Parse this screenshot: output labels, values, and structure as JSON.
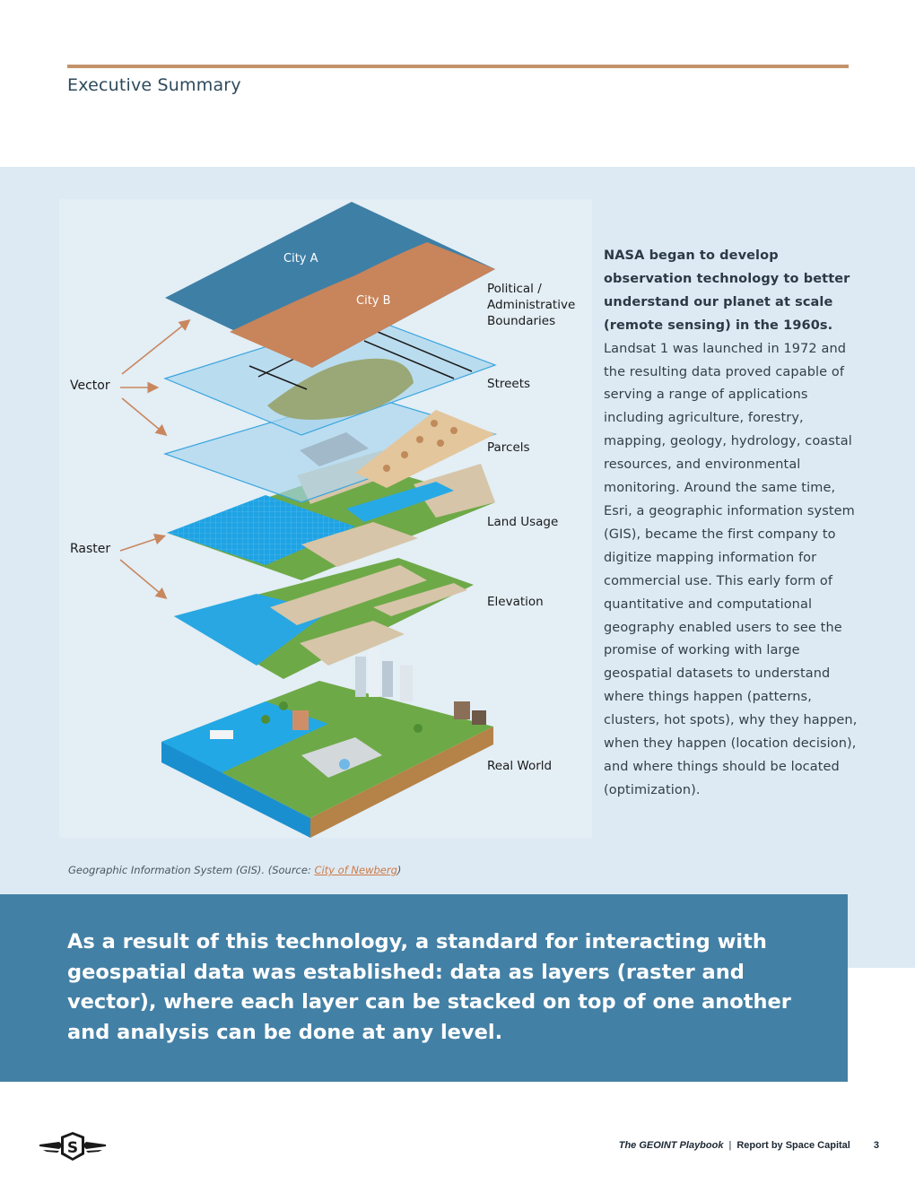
{
  "header": {
    "section_title": "Executive Summary"
  },
  "figure": {
    "layers": {
      "political": "Political /",
      "administrative": "Administrative",
      "boundaries": "Boundaries",
      "streets": "Streets",
      "parcels": "Parcels",
      "land_usage": "Land Usage",
      "elevation": "Elevation",
      "real_world": "Real World"
    },
    "groups": {
      "vector": "Vector",
      "raster": "Raster"
    },
    "regions": {
      "city_a": "City A",
      "city_b": "City B"
    },
    "colors": {
      "water": "#3e7fa6",
      "city_b": "#c8845a",
      "light_water": "#23a8e6",
      "green": "#6ea948",
      "parcel_tan": "#e3c69b",
      "land_beige": "#d6c5a8",
      "arrow": "#c9875e"
    }
  },
  "body": {
    "lead": "NASA began to develop observation technology to better understand our planet at scale (remote sensing) in the 1960s.",
    "text": "Landsat 1 was launched in 1972 and the resulting data proved capable of serving a range of applications including agriculture, forestry, mapping, geology, hydrology, coastal resources, and environmental monitoring. Around the same time, Esri, a geographic information system (GIS), became the first company to digitize mapping information for commercial use. This early form of quantitative and computational geography enabled users to see the promise of working with large geospatial datasets to understand where things happen (patterns, clusters, hot spots), why they happen, when they happen (location decision), and where things should be located (optimization)."
  },
  "caption": {
    "prefix": "Geographic Information System (GIS). (Source: ",
    "link": "City of Newberg",
    "suffix": ")"
  },
  "quote": {
    "text": "As a result of this technology, a standard for interacting with geospatial data was established: data as layers (raster and vector), where each layer can be stacked on top of one another and analysis can be done at any level."
  },
  "footer": {
    "publication": "The GEOINT Playbook",
    "separator": "|",
    "byline": "Report by Space Capital",
    "page_number": "3",
    "logo_letter": "S"
  }
}
